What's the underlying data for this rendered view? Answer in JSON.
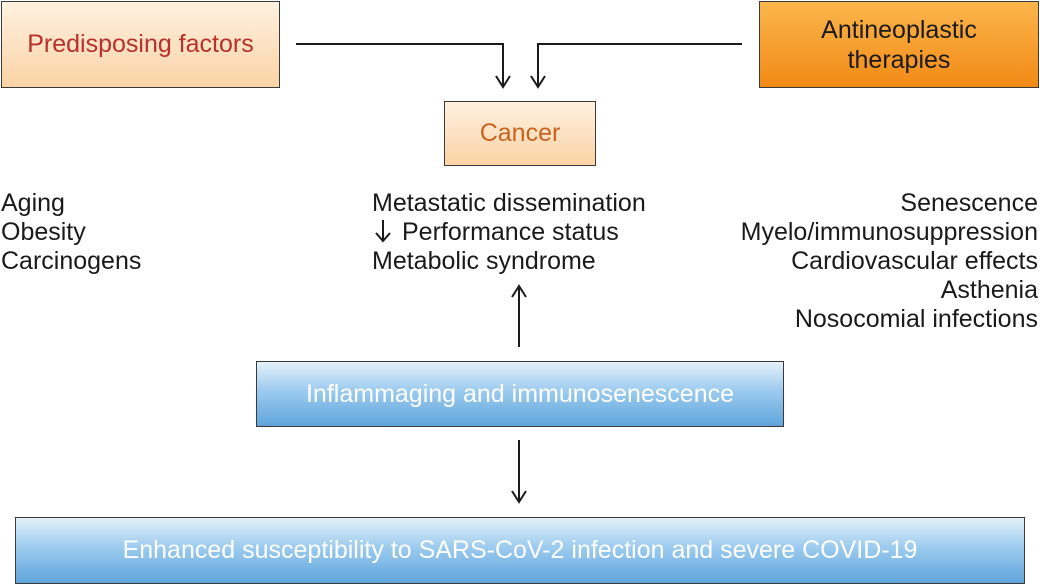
{
  "boxes": {
    "predisposing": "Predisposing factors",
    "antineoplastic_line1": "Antineoplastic",
    "antineoplastic_line2": "therapies",
    "cancer": "Cancer",
    "inflammaging": "Inflammaging and immunosenescence",
    "susceptibility": "Enhanced susceptibility to SARS-CoV-2 infection and severe COVID-19"
  },
  "predisposing_factors": [
    "Aging",
    "Obesity",
    "Carcinogens"
  ],
  "cancer_effects": {
    "item1": "Metastatic dissemination",
    "item2_icon": "down-arrow-icon",
    "item2": "Performance status",
    "item3": "Metabolic syndrome"
  },
  "therapy_effects": [
    "Senescence",
    "Myelo/immunosuppression",
    "Cardiovascular effects",
    "Asthenia",
    "Nosocomial infections"
  ],
  "colors": {
    "predisposing_text": "#b8312a",
    "cancer_text": "#c9621e",
    "antineoplastic_fill": "#f28a16",
    "blue_fill": "#5fa5dc"
  }
}
